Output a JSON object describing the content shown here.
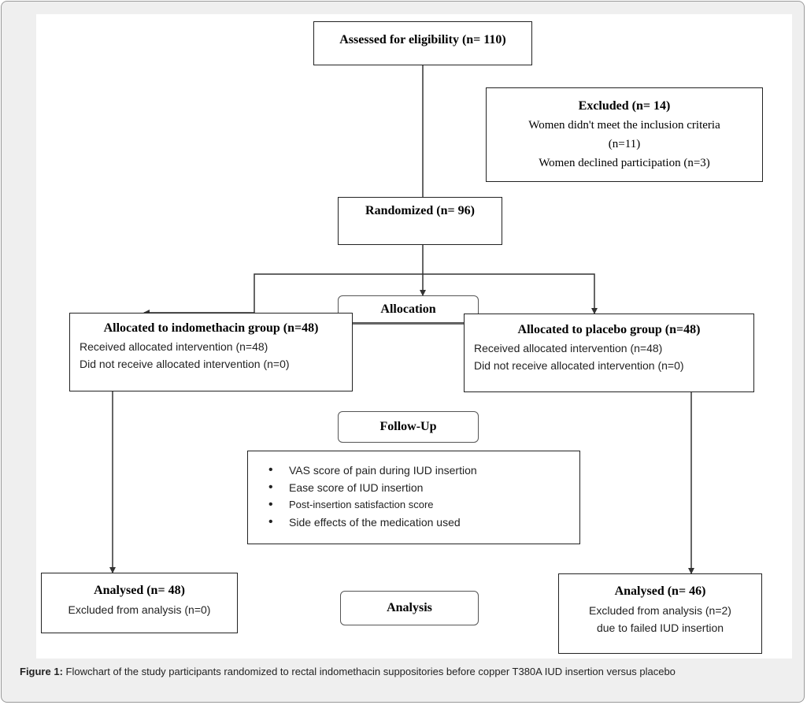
{
  "assessed": {
    "title": "Assessed for eligibility (n= 110)"
  },
  "excluded": {
    "title": "Excluded (n= 14)",
    "line1": "Women didn't meet the inclusion criteria",
    "line2": "(n=11)",
    "line3": "Women declined participation (n=3)"
  },
  "randomized": {
    "title": "Randomized (n= 96)"
  },
  "stages": {
    "allocation": "Allocation",
    "follow_up": "Follow-Up",
    "analysis": "Analysis"
  },
  "indomethacin_group": {
    "title": "Allocated to indomethacin group (n=48)",
    "received": "Received allocated intervention (n=48)",
    "not_received": "Did not receive allocated intervention (n=0)"
  },
  "placebo_group": {
    "title": "Allocated to placebo group (n=48)",
    "received": "Received allocated intervention (n=48)",
    "not_received": "Did not receive allocated intervention (n=0)"
  },
  "follow_up_items": [
    "VAS score of pain during IUD insertion",
    "Ease score of IUD insertion",
    "Post-insertion satisfaction score",
    "Side effects of the medication used"
  ],
  "analysed_indomethacin": {
    "title": "Analysed (n= 48)",
    "excluded": "Excluded from analysis (n=0)"
  },
  "analysed_placebo": {
    "title": "Analysed (n= 46)",
    "excluded": "Excluded from analysis (n=2)",
    "reason": "due to failed IUD insertion"
  },
  "caption": {
    "label": "Figure 1:",
    "text": " Flowchart of the study participants randomized to rectal indomethacin suppositories before copper T380A IUD insertion versus placebo"
  }
}
